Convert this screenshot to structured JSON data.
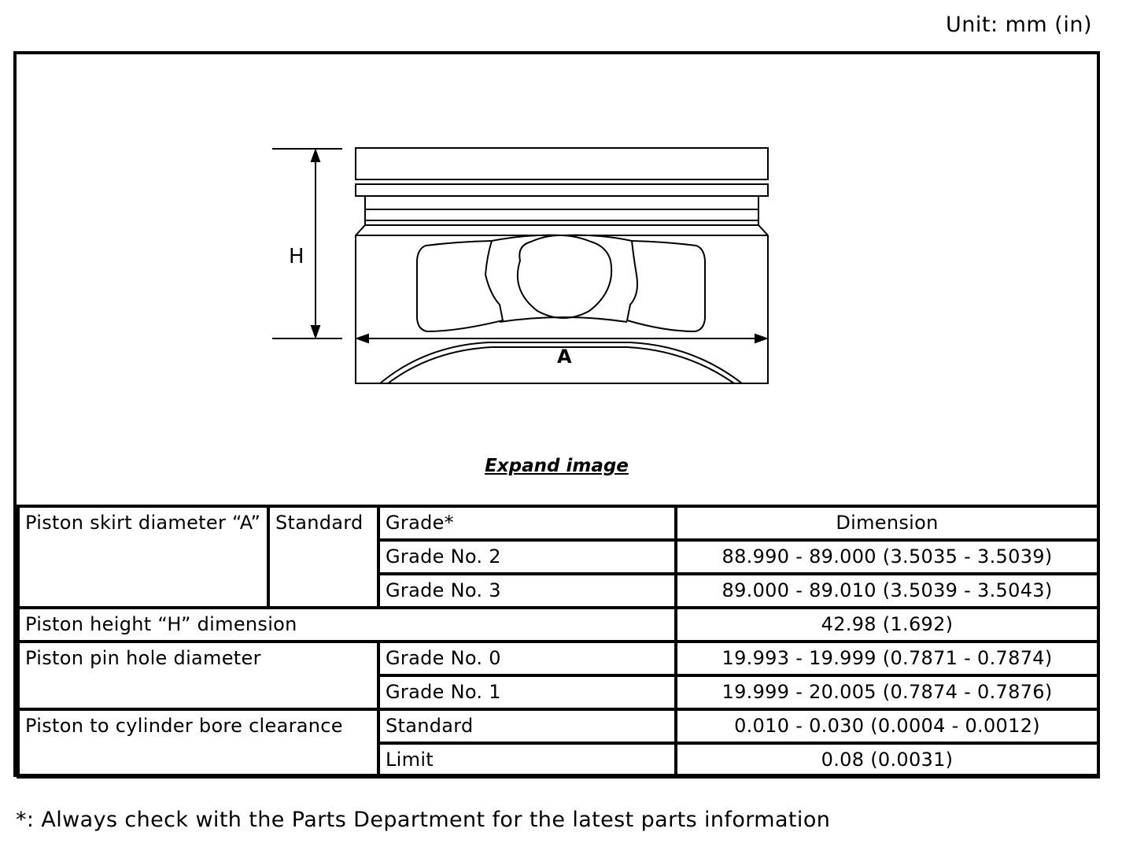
{
  "unit_label": "Unit: mm (in)",
  "figure": {
    "label_h": "H",
    "label_a": "A",
    "expand_link": "Expand image"
  },
  "table": {
    "skirt": {
      "label": "Piston skirt diameter “A”",
      "standard": "Standard",
      "grade_header": "Grade*",
      "dimension_header": "Dimension",
      "grades": [
        {
          "grade": "Grade No. 2",
          "value": "88.990 - 89.000 (3.5035 - 3.5039)"
        },
        {
          "grade": "Grade No. 3",
          "value": "89.000 - 89.010 (3.5039 - 3.5043)"
        }
      ]
    },
    "height": {
      "label": "Piston height “H” dimension",
      "value": "42.98 (1.692)"
    },
    "pin_hole": {
      "label": "Piston pin hole diameter",
      "grades": [
        {
          "grade": "Grade No. 0",
          "value": "19.993 - 19.999 (0.7871 - 0.7874)"
        },
        {
          "grade": "Grade No. 1",
          "value": "19.999 - 20.005 (0.7874 - 0.7876)"
        }
      ]
    },
    "clearance": {
      "label": "Piston to cylinder bore clearance",
      "rows": [
        {
          "item": "Standard",
          "value": "0.010 - 0.030 (0.0004 - 0.0012)"
        },
        {
          "item": "Limit",
          "value": "0.08 (0.0031)"
        }
      ]
    }
  },
  "footnote": "*: Always check with the Parts Department for the latest parts information"
}
